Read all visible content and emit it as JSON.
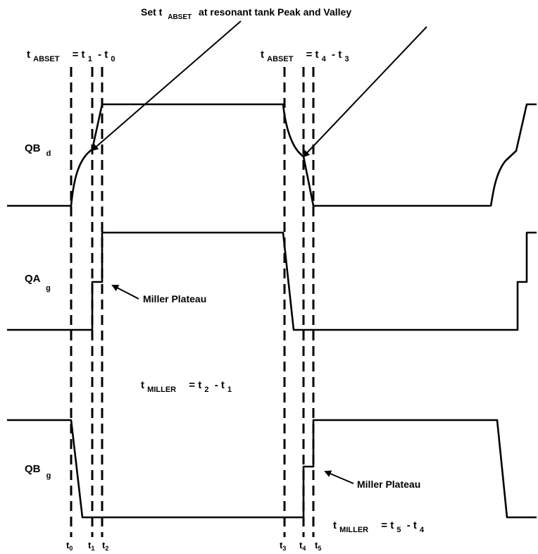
{
  "header_note": {
    "prefix": "Set t",
    "sub": "ABSET",
    "suffix": "at resonant tank Peak and Valley"
  },
  "formulas": {
    "abset1": {
      "main": "t",
      "sub": "ABSET",
      "eq": "= t",
      "sub2": "1",
      "mid": "- t",
      "sub3": "0"
    },
    "abset2": {
      "main": "t",
      "sub": "ABSET",
      "eq": "= t",
      "sub2": "4",
      "mid": "- t",
      "sub3": "3"
    },
    "miller1": {
      "main": "t",
      "sub": "MILLER",
      "eq": "= t",
      "sub2": "2",
      "mid": "- t",
      "sub3": "1"
    },
    "miller2": {
      "main": "t",
      "sub": "MILLER",
      "eq": "= t",
      "sub2": "5",
      "mid": "- t",
      "sub3": "4"
    }
  },
  "signals": {
    "qbd": {
      "main": "QB",
      "sub": "d"
    },
    "qag": {
      "main": "QA",
      "sub": "g"
    },
    "qbg": {
      "main": "QB",
      "sub": "g"
    }
  },
  "annotations": {
    "miller_plateau_1": "Miller Plateau",
    "miller_plateau_2": "Miller Plateau"
  },
  "time_markers": [
    {
      "main": "t",
      "sub": "0"
    },
    {
      "main": "t",
      "sub": "1"
    },
    {
      "main": "t",
      "sub": "2"
    },
    {
      "main": "t",
      "sub": "3"
    },
    {
      "main": "t",
      "sub": "4"
    },
    {
      "main": "t",
      "sub": "5"
    }
  ]
}
